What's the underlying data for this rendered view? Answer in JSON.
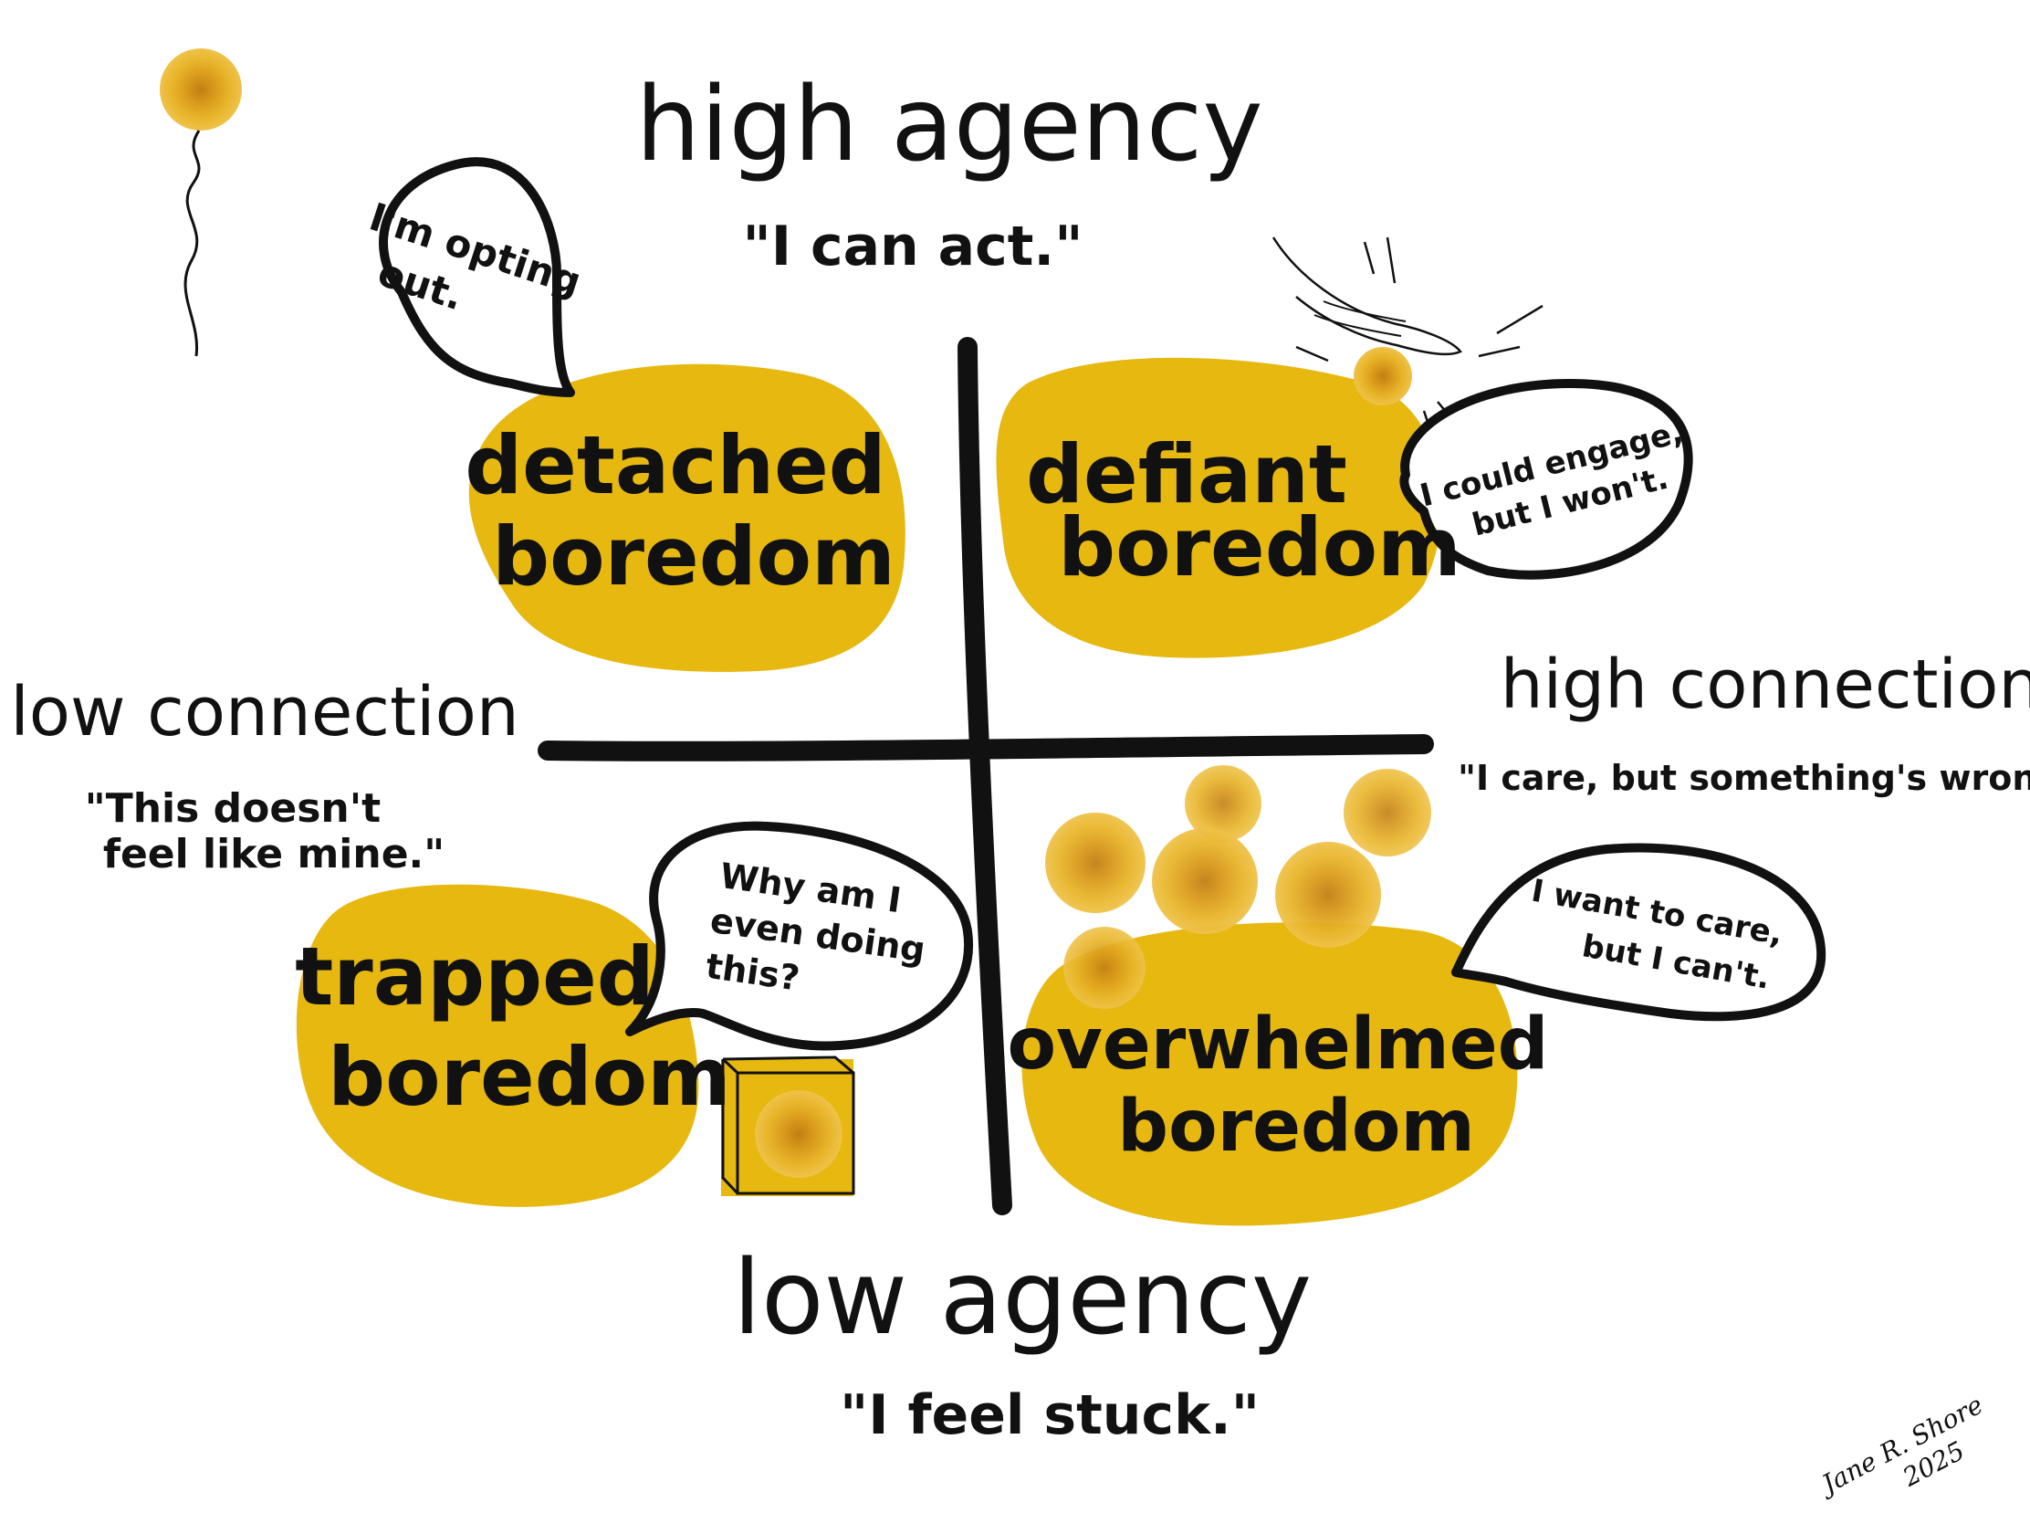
{
  "colors": {
    "blob": "#E6B810",
    "blob_dark": "#D69A1A",
    "blob_center": "#C98A17",
    "ink": "#111111",
    "background": "#FFFFFF"
  },
  "axes": {
    "top": {
      "label": "high agency",
      "quote": "\"I can act.\""
    },
    "bottom": {
      "label": "low agency",
      "quote": "\"I feel stuck.\""
    },
    "left": {
      "label": "low connection",
      "quote_line1": "\"This doesn't",
      "quote_line2": "feel like mine.\""
    },
    "right": {
      "label": "high connection",
      "quote": "\"I care, but something's wrong.\""
    }
  },
  "quadrants": {
    "top_left": {
      "line1": "detached",
      "line2": "boredom",
      "bubble_line1": "I'm opting",
      "bubble_line2": "out."
    },
    "top_right": {
      "line1": "defiant",
      "line2": "boredom",
      "bubble_line1": "I could engage,",
      "bubble_line2": "but I won't."
    },
    "bottom_left": {
      "line1": "trapped",
      "line2": "boredom",
      "bubble_line1": "Why am I",
      "bubble_line2": "even doing",
      "bubble_line3": "this?"
    },
    "bottom_right": {
      "line1": "overwhelmed",
      "line2": "boredom",
      "bubble_line1": "I want to care,",
      "bubble_line2": "but I can't."
    }
  },
  "signature": {
    "name": "Jane R. Shore",
    "year": "2025"
  }
}
